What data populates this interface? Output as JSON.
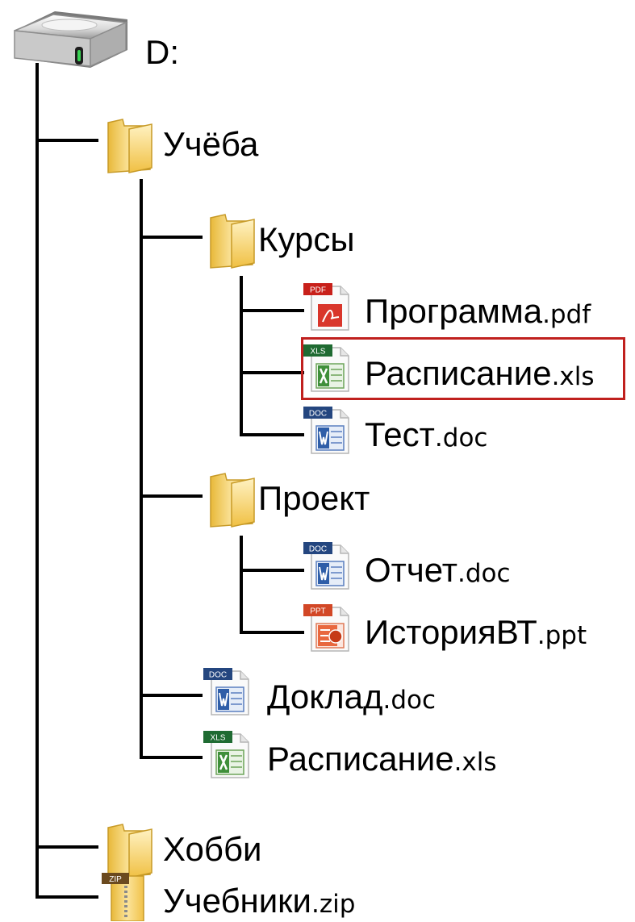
{
  "tree": {
    "root": {
      "name": "D:",
      "icon": "hard-drive-icon"
    },
    "items": [
      {
        "id": "ucheba",
        "name": "Учёба",
        "ext": "",
        "icon": "folder-icon"
      },
      {
        "id": "kursy",
        "name": "Курсы",
        "ext": "",
        "icon": "folder-icon"
      },
      {
        "id": "programma",
        "name": "Программа",
        "ext": ".pdf",
        "icon": "pdf-file-icon",
        "badge": "PDF"
      },
      {
        "id": "raspisanie1",
        "name": "Расписание",
        "ext": ".xls",
        "icon": "xls-file-icon",
        "badge": "XLS",
        "highlighted": true
      },
      {
        "id": "test",
        "name": "Тест",
        "ext": ".doc",
        "icon": "doc-file-icon",
        "badge": "DOC"
      },
      {
        "id": "proekt",
        "name": "Проект",
        "ext": "",
        "icon": "folder-icon"
      },
      {
        "id": "otchet",
        "name": "Отчет",
        "ext": ".doc",
        "icon": "doc-file-icon",
        "badge": "DOC"
      },
      {
        "id": "istoriya",
        "name": "ИсторияВТ",
        "ext": ".ppt",
        "icon": "ppt-file-icon",
        "badge": "PPT"
      },
      {
        "id": "doklad",
        "name": "Доклад",
        "ext": ".doc",
        "icon": "doc-file-icon",
        "badge": "DOC"
      },
      {
        "id": "raspisanie2",
        "name": "Расписание",
        "ext": ".xls",
        "icon": "xls-file-icon",
        "badge": "XLS"
      },
      {
        "id": "hobbi",
        "name": "Хобби",
        "ext": "",
        "icon": "folder-icon"
      },
      {
        "id": "uchebniki",
        "name": "Учебники",
        "ext": ".zip",
        "icon": "zip-file-icon",
        "badge": "ZIP"
      }
    ]
  },
  "colors": {
    "highlight": "#c0201e",
    "folder": "#f3c94f",
    "pdf": "#c8201a",
    "xls": "#1f6b32",
    "doc": "#24467f",
    "ppt": "#d24726",
    "zip": "#6b4a1f"
  }
}
